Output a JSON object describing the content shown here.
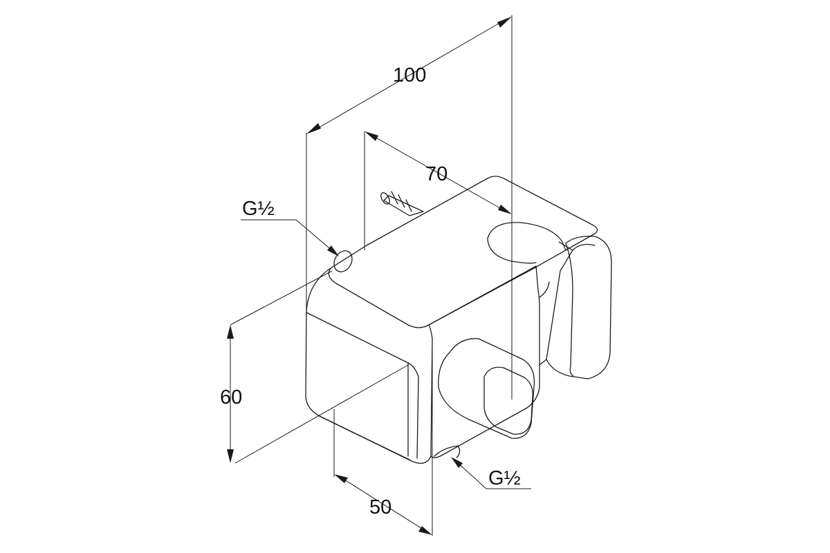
{
  "dimensions": {
    "depth_total": "100",
    "depth_body": "70",
    "height": "60",
    "width": "50"
  },
  "threads": {
    "rear_inlet": "G½",
    "bottom_inlet": "G½"
  },
  "colors": {
    "line": "#1a1a1a",
    "background": "#ffffff"
  }
}
